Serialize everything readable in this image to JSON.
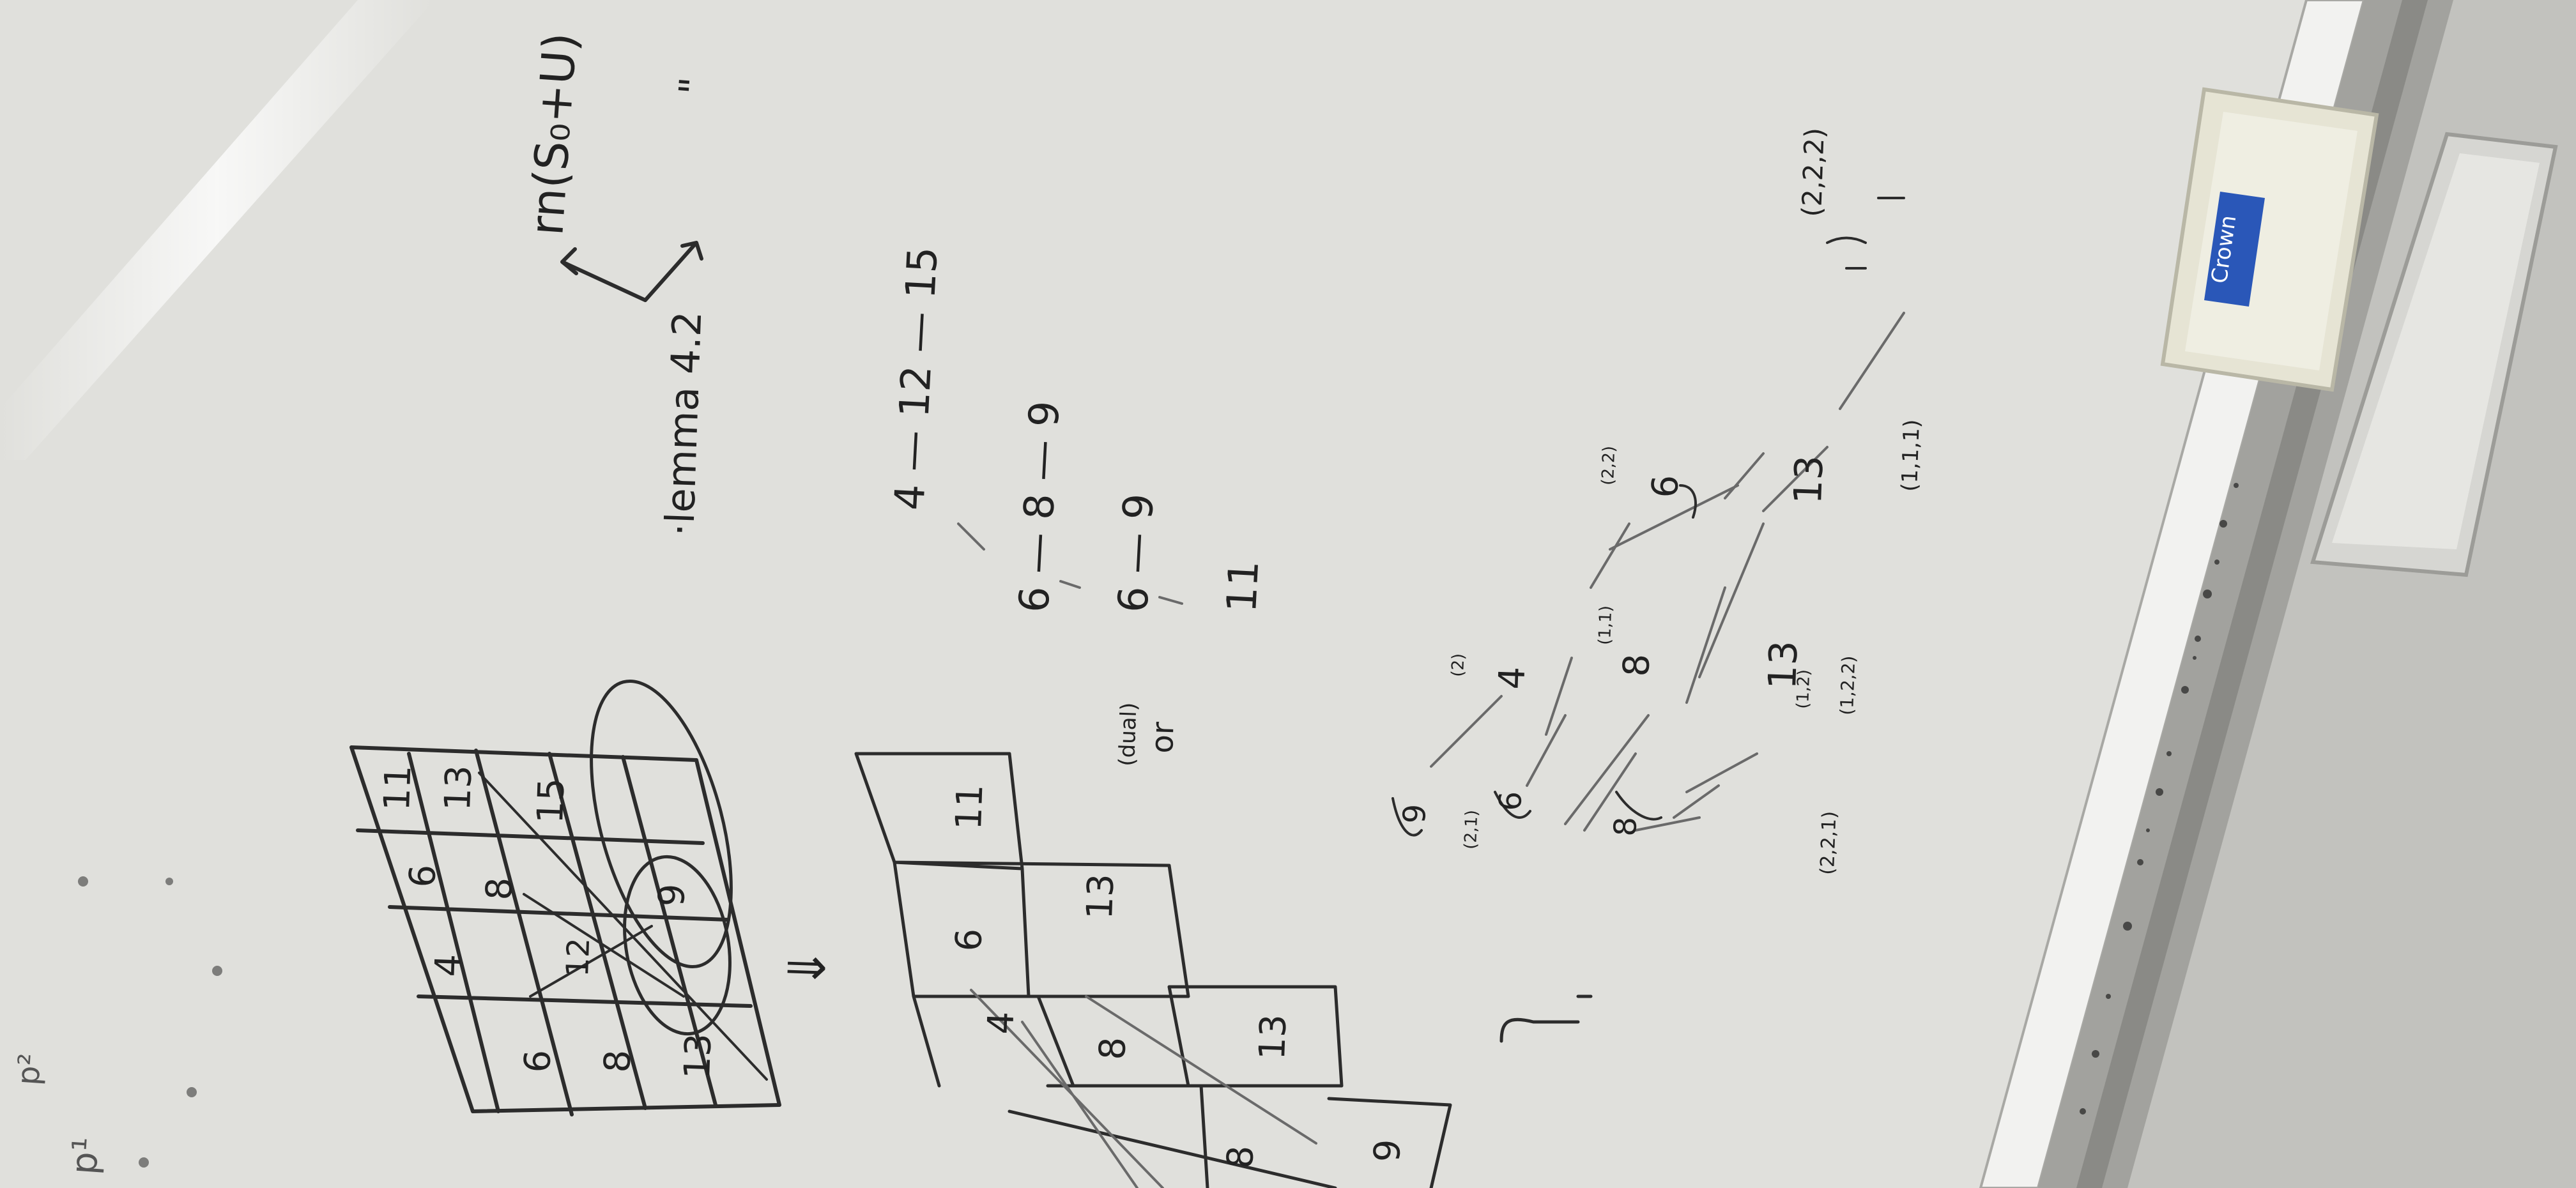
{
  "board": {
    "lemma_label": "·lemma 4.2",
    "lemma_formula": "rn(S₀+U)",
    "ditto_mark": "\"",
    "chain_line_1": "4 — 12 — 15",
    "chain_line_2": "6 — 8 — 9",
    "chain_line_3": "6 — 9",
    "chain_line_4": "11",
    "or_word": "or",
    "dual_note": "(dual)",
    "grid_cells": [
      "11",
      "13",
      "15",
      "6",
      "8",
      "9",
      "4",
      "12",
      "6",
      "8",
      "13"
    ],
    "implies_arrow": "⇓",
    "shape_cells": [
      "11",
      "4",
      "6",
      "13",
      "8",
      "13",
      "8",
      "9"
    ],
    "poset_labels": [
      "4",
      "8",
      "6",
      "13",
      "13",
      "6",
      "8",
      "9"
    ],
    "partition_labels": [
      "(2)",
      "(1,1)",
      "(2,2)",
      "(2,1)",
      "(1,2)",
      "(2,2,1)",
      "(1,2,2)",
      "(1,1,1)",
      "(2,2,2)"
    ],
    "corner_marks": [
      "p¹",
      "p²"
    ]
  },
  "eraser": {
    "brand": "Crown"
  },
  "colors": {
    "board": "#e2e2de",
    "ink": "#2c2c2c",
    "tray": "#9a9a96",
    "eraser_body": "#e8e6d6",
    "eraser_label": "#2a57b8",
    "wall": "#c4c4c0"
  }
}
